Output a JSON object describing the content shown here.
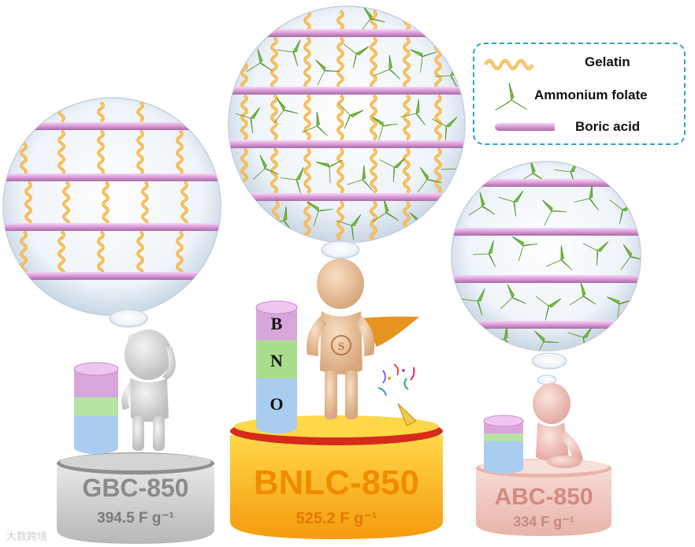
{
  "legend": {
    "items": [
      {
        "label": "Gelatin",
        "icon": "gelatin-wave-icon",
        "color": "#f4a623"
      },
      {
        "label": "Ammonium folate",
        "icon": "ammonium-folate-icon",
        "color": "#7cc23a"
      },
      {
        "label": "Boric acid",
        "icon": "boric-acid-rod-icon",
        "color": "#e9a8e6"
      }
    ]
  },
  "samples": [
    {
      "name": "GBC-850",
      "capacitance": "394.5 F g⁻¹",
      "pedestal_color": "#c9c9c9",
      "text_color": "#8a8a8a"
    },
    {
      "name": "BNLC-850",
      "capacitance": "525.2 F g⁻¹",
      "pedestal_color": "#fbb51c",
      "text_color": "#f08c00"
    },
    {
      "name": "ABC-850",
      "capacitance": "334 F g⁻¹",
      "pedestal_color": "#f0c6bd",
      "text_color": "#d38a80"
    }
  ],
  "column_letters": [
    "B",
    "N",
    "O"
  ],
  "watermark": "大数跨境"
}
